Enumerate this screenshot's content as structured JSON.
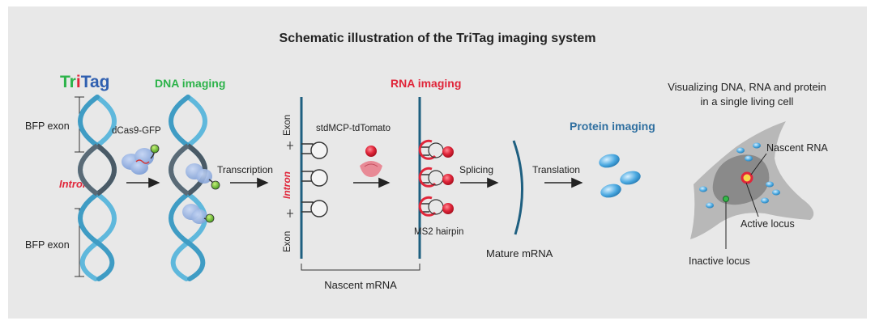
{
  "title": "Schematic illustration of the TriTag imaging system",
  "tritag": {
    "part1": "Tr",
    "part2": "i",
    "part3": "Tag"
  },
  "colors": {
    "panel": "#e8e8e8",
    "dna_light": "#5fb8dc",
    "dna_dark": "#4a5a66",
    "green": "#2db34a",
    "red": "#e0263a",
    "blue_text": "#2f6fa0",
    "protein_blue": "#4aa8e0",
    "stem": "#1e5f80",
    "cell": "#b8b8b8"
  },
  "left_column": {
    "bfp_exon_top": "BFP exon",
    "intron": "Intron",
    "bfp_exon_bottom": "BFP exon"
  },
  "dna_imaging": {
    "heading": "DNA imaging",
    "reagent": "dCas9-GFP"
  },
  "arrows": {
    "transcription": "Transcription",
    "splicing": "Splicing",
    "translation": "Translation"
  },
  "nascent": {
    "exon_top": "Exon",
    "intron": "Intron",
    "exon_bottom": "Exon",
    "reagent": "stdMCP-tdTomato",
    "caption": "Nascent mRNA"
  },
  "rna_imaging": {
    "heading": "RNA imaging",
    "hairpin": "MS2 hairpin"
  },
  "mature": {
    "caption": "Mature mRNA"
  },
  "protein": {
    "heading": "Protein imaging"
  },
  "cell_panel": {
    "heading_line1": "Visualizing DNA, RNA and protein",
    "heading_line2": "in a single living cell",
    "nascent_rna": "Nascent RNA",
    "active_locus": "Active locus",
    "inactive_locus": "Inactive locus"
  }
}
